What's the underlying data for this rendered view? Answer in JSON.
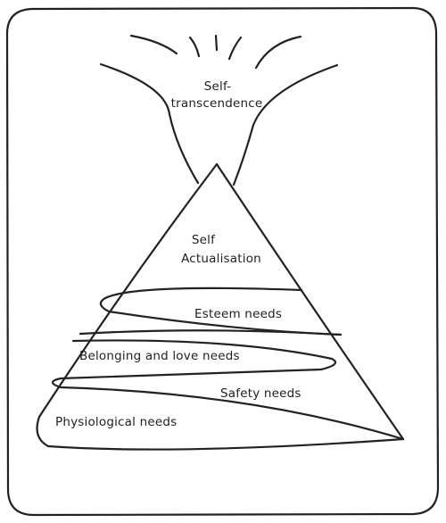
{
  "diagram": {
    "labels": {
      "self_transcendence_line1": "Self-",
      "self_transcendence_line2": "transcendence",
      "self_actualisation_line1": "Self",
      "self_actualisation_line2": "Actualisation",
      "esteem": "Esteem needs",
      "belonging": "Belonging and love needs",
      "safety": "Safety needs",
      "physiological": "Physiological needs"
    },
    "colors": {
      "ink": "#222222",
      "background": "#ffffff"
    }
  }
}
